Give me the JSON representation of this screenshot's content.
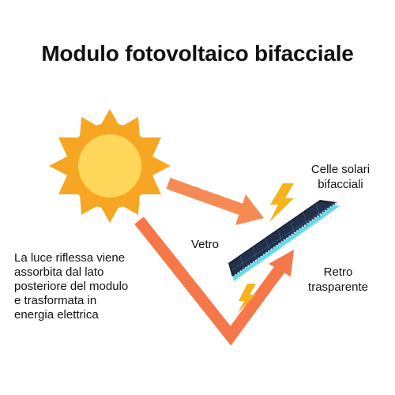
{
  "title": "Modulo fotovoltaico bifacciale",
  "labels": {
    "cells": [
      "Celle solari",
      "bifacciali"
    ],
    "glass": "Vetro",
    "back": [
      "Retro",
      "trasparente"
    ],
    "description": [
      "La luce riflessa viene",
      "assorbita dal lato",
      "posteriore del modulo",
      "e trasformata in",
      "energia elettrica"
    ]
  },
  "colors": {
    "sun_rays": "#F6A623",
    "sun_core": "#FDD65A",
    "arrow_direct": "#F68A55",
    "arrow_reflect": "#F6784A",
    "lightning": "#F6B31B",
    "panel": "#1A2233",
    "panel_edge": "#67D8E8"
  },
  "icons": [
    "sun-icon",
    "lightning-icon",
    "solar-panel-icon",
    "arrow-icon"
  ]
}
